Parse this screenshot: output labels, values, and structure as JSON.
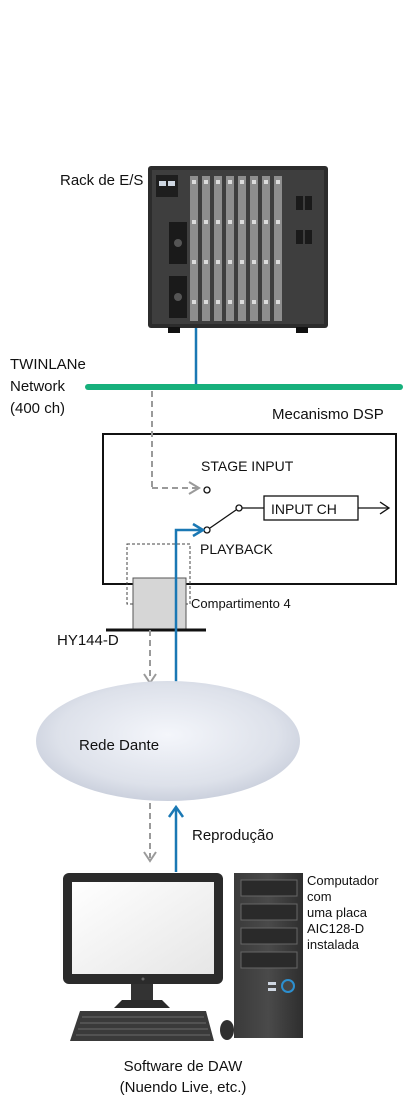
{
  "labels": {
    "io_rack": "Rack de E/S",
    "network_line1": "TWINLANe",
    "network_line2": "Network",
    "network_line3": "(400 ch)",
    "dsp_engine": "Mecanismo DSP",
    "stage_input": "STAGE INPUT",
    "input_ch": "INPUT CH",
    "playback": "PLAYBACK",
    "slot": "Compartimento 4",
    "card": "HY144-D",
    "dante_network": "Rede Dante",
    "reproduction": "Reprodução",
    "computer_line1": "Computador",
    "computer_line2": "com",
    "computer_line3": "uma placa",
    "computer_line4": "AIC128-D",
    "computer_line5": "instalada",
    "daw_line1": "Software de DAW",
    "daw_line2": "(Nuendo Live, etc.)"
  },
  "colors": {
    "network_green": "#17b07c",
    "signal_blue": "#1a78b4",
    "dashed_gray": "#9a9a9a",
    "ellipse_center": "#f2f4f9",
    "ellipse_edge": "#c4cad8"
  },
  "icons": {
    "io_rack": "io-rack-device",
    "computer": "desktop-computer-with-monitor-and-keyboard"
  }
}
